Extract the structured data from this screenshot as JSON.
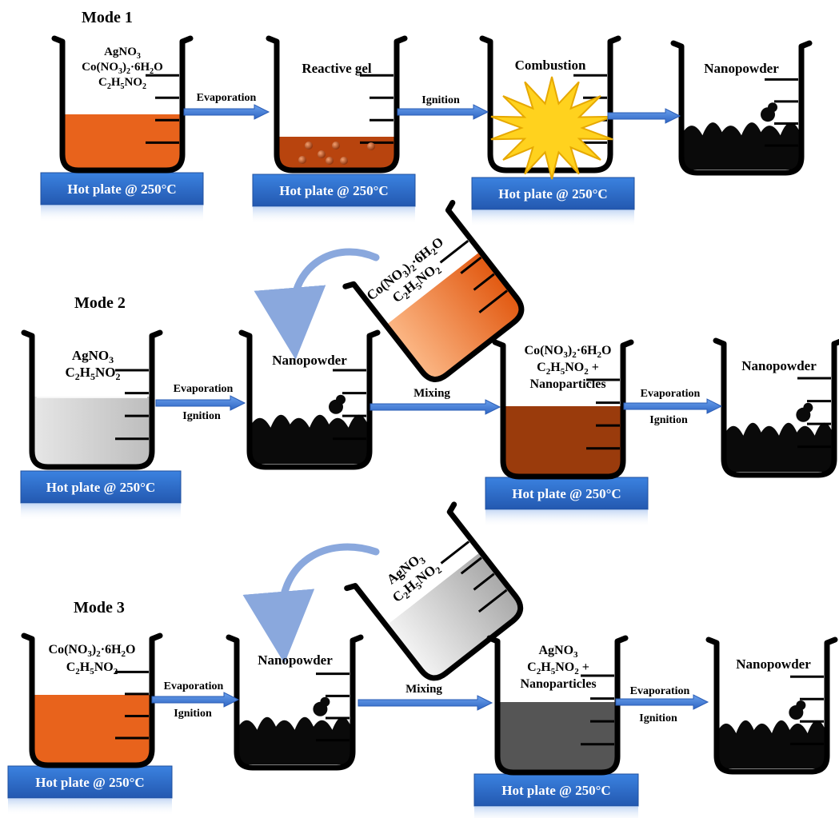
{
  "modes": [
    {
      "title": "Mode 1",
      "steps": [
        {
          "lines": [
            "AgNO3",
            "Co(NO3)2·6H2O",
            "C2H5NO2"
          ],
          "plate": "Hot plate @ 250°C"
        },
        {
          "arrow": {
            "top": "Evaporation",
            "bottom": ""
          }
        },
        {
          "lines": [
            "Reactive gel"
          ],
          "plate": "Hot plate @ 250°C"
        },
        {
          "arrow": {
            "top": "Ignition",
            "bottom": ""
          }
        },
        {
          "lines": [
            "Combustion"
          ],
          "plate": "Hot plate @ 250°C"
        },
        {
          "lines": [
            "Nanopowder"
          ]
        }
      ]
    },
    {
      "title": "Mode 2",
      "start": {
        "lines": [
          "AgNO3",
          "C2H5NO2"
        ],
        "plate": "Hot plate @ 250°C"
      },
      "arrow1": {
        "top": "Evaporation",
        "bottom": "Ignition"
      },
      "mid": {
        "lines": [
          "Nanopowder"
        ]
      },
      "tilted": {
        "lines": [
          "Co(NO3)2·6H2O",
          "C2H5NO2"
        ]
      },
      "arrow2": {
        "top": "Mixing",
        "bottom": ""
      },
      "mix": {
        "lines": [
          "Co(NO3)2·6H2O",
          "C2H5NO2 +",
          "Nanoparticles"
        ],
        "plate": "Hot plate @ 250°C"
      },
      "arrow3": {
        "top": "Evaporation",
        "bottom": "Ignition"
      },
      "end": {
        "lines": [
          "Nanopowder"
        ]
      }
    },
    {
      "title": "Mode 3",
      "start": {
        "lines": [
          "Co(NO3)2·6H2O",
          "C2H5NO2"
        ],
        "plate": "Hot plate @ 250°C"
      },
      "arrow1": {
        "top": "Evaporation",
        "bottom": "Ignition"
      },
      "mid": {
        "lines": [
          "Nanopowder"
        ]
      },
      "tilted": {
        "lines": [
          "AgNO3",
          "C2H5NO2"
        ]
      },
      "arrow2": {
        "top": "Mixing",
        "bottom": ""
      },
      "mix": {
        "lines": [
          "AgNO3",
          "C2H5NO2 +",
          "Nanoparticles"
        ],
        "plate": "Hot plate @ 250°C"
      },
      "arrow3": {
        "top": "Evaporation",
        "bottom": "Ignition"
      },
      "end": {
        "lines": [
          "Nanopowder"
        ]
      }
    }
  ],
  "colors": {
    "orange": "#e8631c",
    "orangeLight": "#f8a66a",
    "gel": "#b8440e",
    "brown": "#9a3b0c",
    "grayLiquid": "#d4d4d4",
    "darkGray": "#555555",
    "plate": "#2e6fc9",
    "arrow": "#3a7ad6",
    "curve": "#8aa8dd",
    "burst": "#ffd21e",
    "powder": "#0a0a0a"
  }
}
